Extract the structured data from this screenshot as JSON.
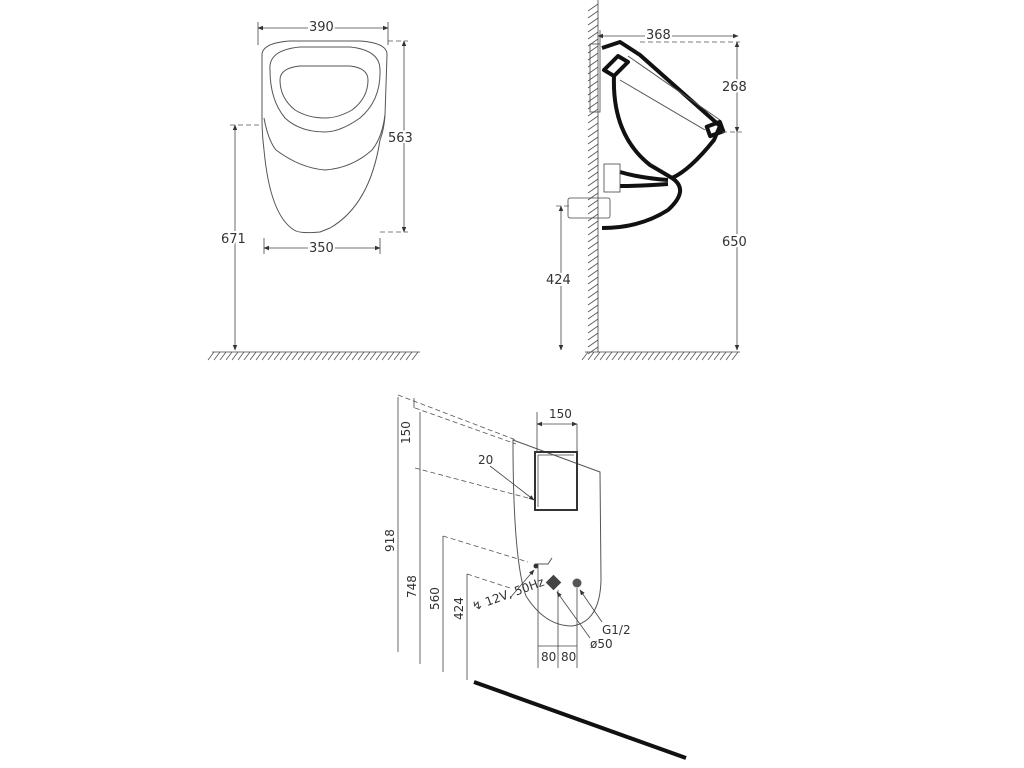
{
  "front_view": {
    "top_width": "390",
    "bottom_width": "350",
    "height": "563",
    "rim_height": "671"
  },
  "side_view": {
    "depth": "368",
    "inlet_height": "268",
    "outlet_height": "424",
    "total_height": "650"
  },
  "installation_view": {
    "opening_width": "150",
    "opening_offset": "20",
    "power_supply": "12V, 50Hz",
    "drain_diameter": "ø50",
    "water_connection": "G1/2",
    "spacing_left": "80",
    "spacing_right": "80",
    "heights": [
      "918",
      "150",
      "748",
      "560",
      "424"
    ]
  }
}
